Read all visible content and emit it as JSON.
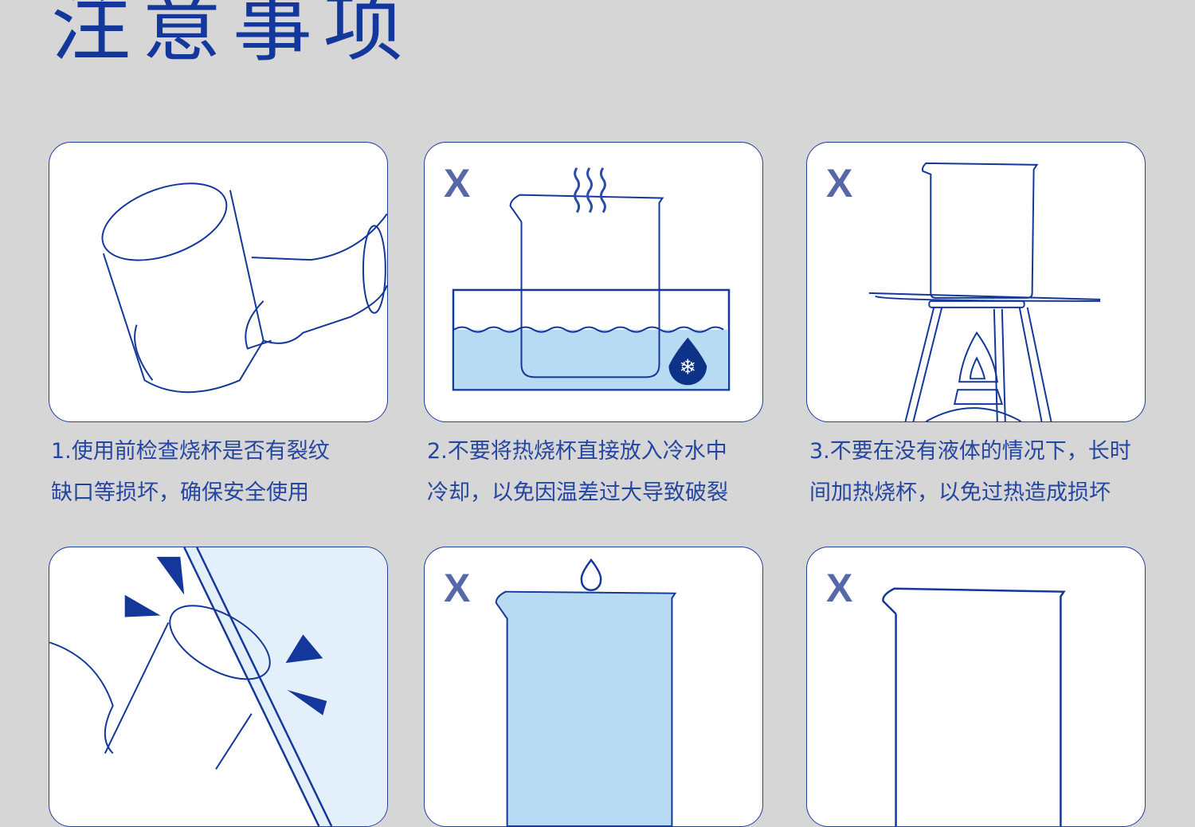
{
  "title": "注意事项",
  "x_mark": "X",
  "items": [
    {
      "line1": "1.使用前检查烧杯是否有裂纹",
      "line2": "缺口等损坏，确保安全使用",
      "prohibited": false
    },
    {
      "line1": "2.不要将热烧杯直接放入冷水中",
      "line2": "冷却，以免因温差过大导致破裂",
      "prohibited": true
    },
    {
      "line1": "3.不要在没有液体的情况下，长时",
      "line2": "间加热烧杯，以免过热造成损坏",
      "prohibited": true
    }
  ],
  "colors": {
    "background": "#d6d6d6",
    "primary": "#13379a",
    "water": "#b6dbf3",
    "x_mark": "#5668a8"
  }
}
